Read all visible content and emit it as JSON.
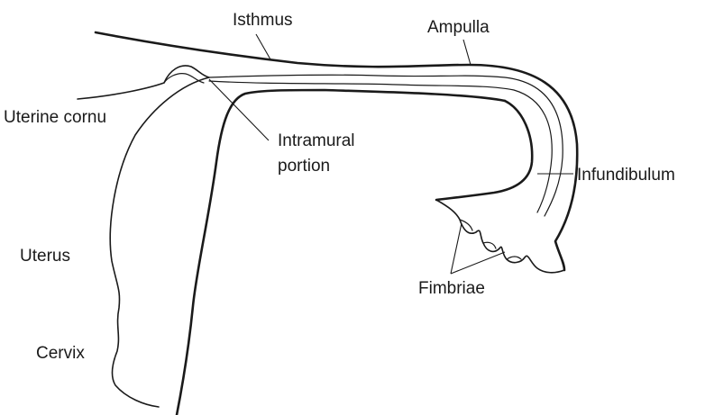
{
  "labels": {
    "isthmus": "Isthmus",
    "ampulla": "Ampulla",
    "uterine_cornu": "Uterine cornu",
    "intramural_line1": "Intramural",
    "intramural_line2": "portion",
    "infundibulum": "Infundibulum",
    "uterus": "Uterus",
    "fimbriae": "Fimbriae",
    "cervix": "Cervix"
  },
  "colors": {
    "line": "#1a1a1a",
    "background": "#ffffff"
  }
}
